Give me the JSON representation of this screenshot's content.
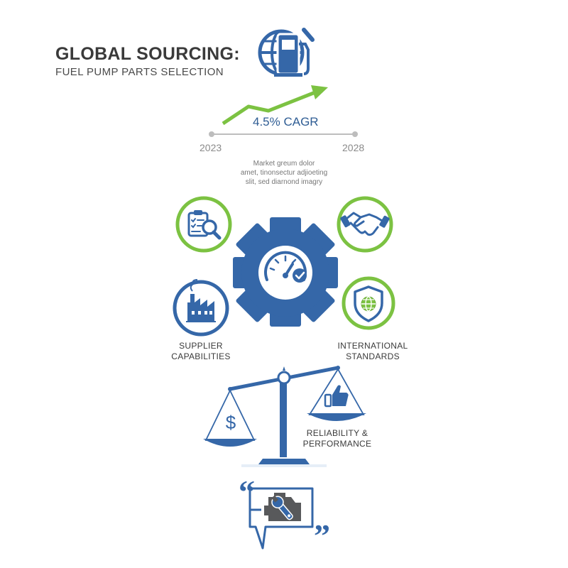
{
  "header": {
    "title": "GLOBAL SOURCING:",
    "subtitle": "FUEL PUMP PARTS SELECTION"
  },
  "market": {
    "growth_label": "4.5% CAGR",
    "start_year": "2023",
    "end_year": "2028",
    "note_lines": [
      "Market greum dolor",
      "amet, tinonsectur adjioeting",
      "slit, sed diarnond imagry"
    ]
  },
  "factors": {
    "supplier_label_line1": "SUPPLIER",
    "supplier_label_line2": "CAPABILITIES",
    "standards_label_line1": "INTERNATIONAL",
    "standards_label_line2": "STANDARDS",
    "reliability_label_line1": "RELIABILITY &",
    "reliability_label_line2": "PERFORMANCE",
    "currency_symbol": "$"
  },
  "colors": {
    "blue": "#3567a8",
    "green": "#7cc242",
    "grey": "#bdbdbd"
  }
}
